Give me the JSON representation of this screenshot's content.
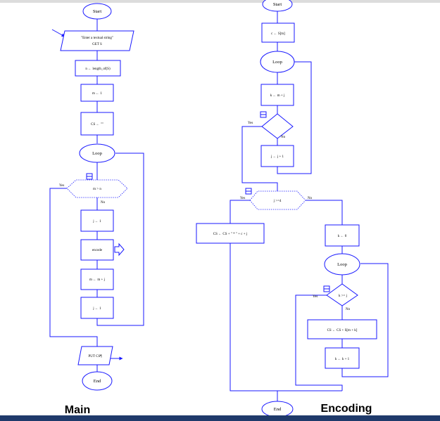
{
  "main": {
    "title": "Main",
    "start": "Start",
    "input_line1": "\"Enter a textual string\"",
    "input_line2": "GET S",
    "n_assign": "n ← length_of(S)",
    "m_assign": "m ← 1",
    "cs_assign": "CS ← \"\"",
    "loop": "Loop",
    "condition": "m > n",
    "yes": "Yes",
    "no": "No",
    "j_assign_1": "j ← 1",
    "encode": "encode",
    "m_update": "m ← m + j",
    "j_assign_2": "j ← 1",
    "output": "PUT CS¶",
    "end": "End"
  },
  "encoding": {
    "title": "Encoding",
    "start": "Start",
    "c_assign": "c ← S[m]",
    "loop1": "Loop",
    "k_assign": "k ← m + j",
    "j_increment": "j ← j + 1",
    "condition_j": "j >=4",
    "yes": "Yes",
    "no": "No",
    "cs_concat": "CS ← CS + \" * \" + c + j",
    "k_zero": "k ← 0",
    "loop2": "Loop",
    "condition_k": "k >= j",
    "cs_append": "CS ← CS + S[m + k]",
    "k_increment": "k ← k + 1",
    "end": "End"
  },
  "colors": {
    "line": "#1a1aff",
    "bottom_bar": "#1f3a6b"
  }
}
